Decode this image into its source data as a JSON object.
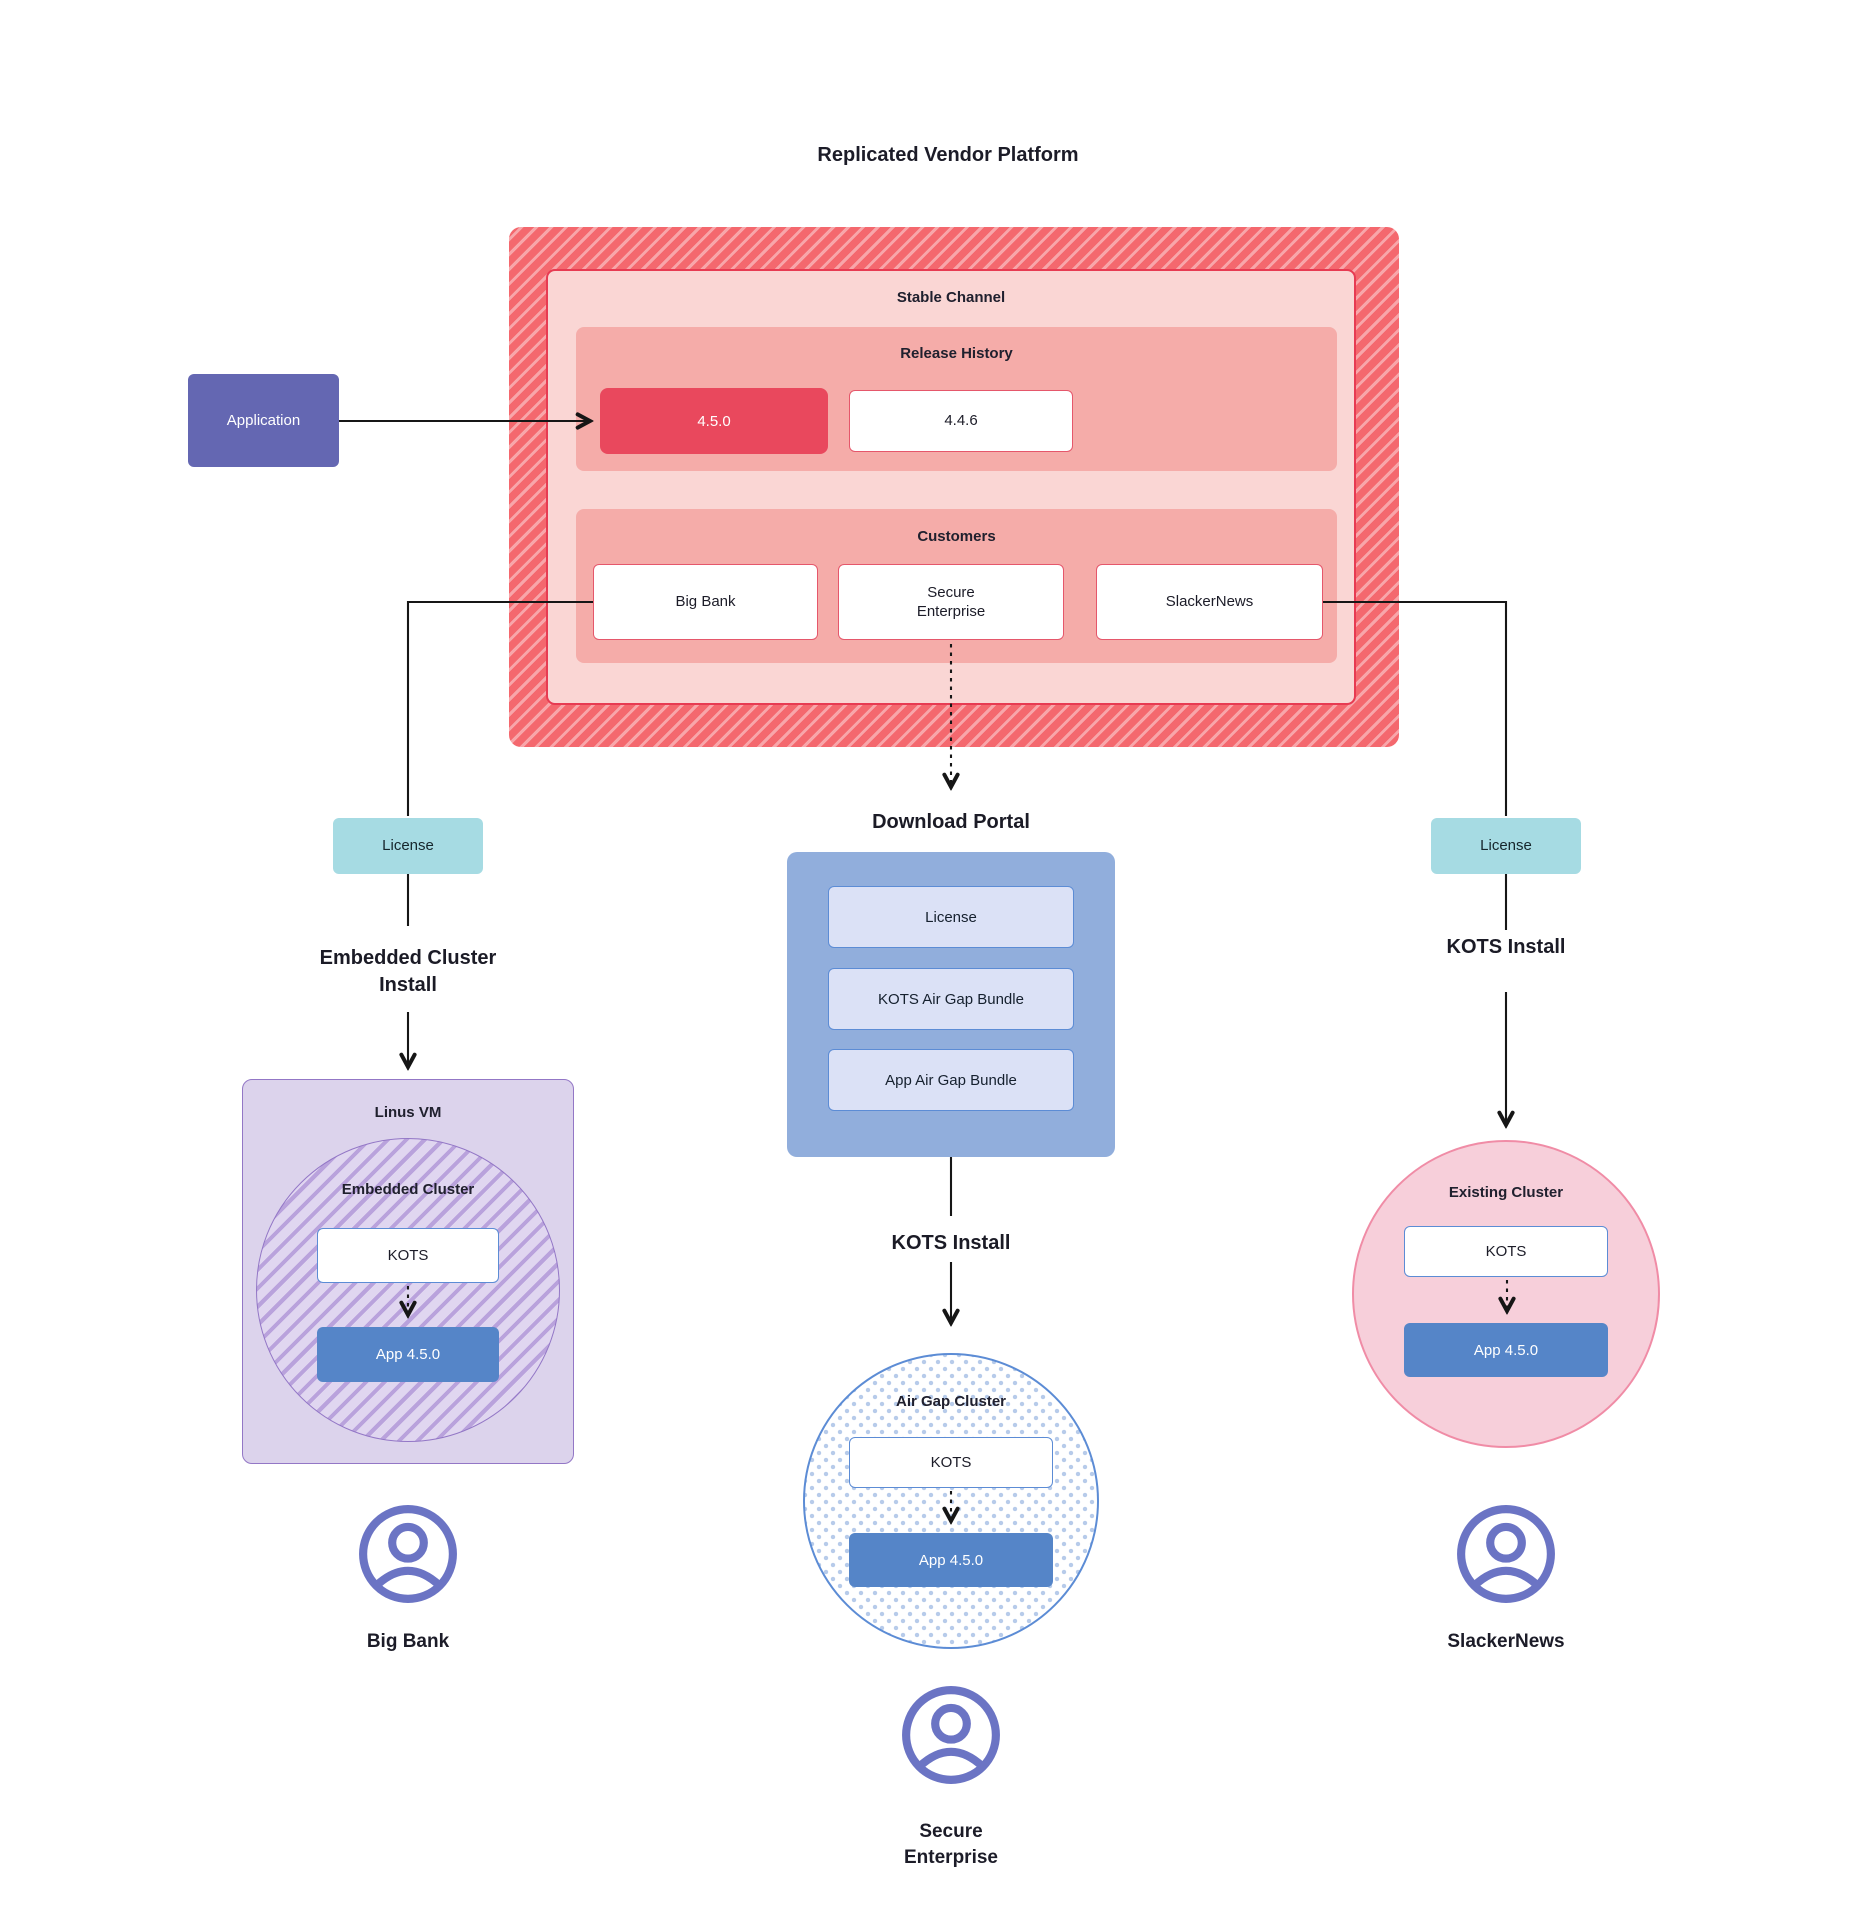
{
  "title": "Replicated Vendor Platform",
  "colors": {
    "stripe_dark": "#f4686e",
    "stripe_light": "#f8a6aa",
    "stable_bg": "#fad6d4",
    "section_bg": "#f5aca9",
    "version_hot": "#e9485d",
    "outline_red": "#e73b52",
    "outline_soft": "#e5576b",
    "application_bg": "#6467b2",
    "license_bg": "#a6dbe3",
    "portal_bg": "#91aedc",
    "portal_item_bg": "#dbe1f6",
    "blue_outline": "#5c8cd5",
    "appbox_bg": "#5585c8",
    "vm_bg": "#dcd3ec",
    "purple_outline": "#9377c6",
    "purple_stripe": "#b9a2dc",
    "pink_bg": "#f7cfda",
    "pink_outline": "#f08ca6",
    "dot_blue": "#b7cbea",
    "person": "#6b74c4",
    "line": "#161616"
  },
  "platform": {
    "stable_label": "Stable Channel",
    "release_label": "Release History",
    "versions": [
      "4.5.0",
      "4.4.6"
    ],
    "customers_label": "Customers",
    "customers": [
      "Big Bank",
      "Secure Enterprise",
      "SlackerNews"
    ]
  },
  "application_label": "Application",
  "portal": {
    "title": "Download Portal",
    "items": [
      "License",
      "KOTS Air Gap Bundle",
      "App Air Gap Bundle"
    ]
  },
  "left": {
    "license": "License",
    "install": "Embedded Cluster Install",
    "vm_label": "Linus VM",
    "cluster_label": "Embedded Cluster",
    "kots": "KOTS",
    "app": "App 4.5.0",
    "customer": "Big Bank"
  },
  "middle": {
    "install": "KOTS Install",
    "cluster_label": "Air Gap Cluster",
    "kots": "KOTS",
    "app": "App 4.5.0",
    "customer": "Secure Enterprise"
  },
  "right": {
    "license": "License",
    "install": "KOTS Install",
    "cluster_label": "Existing Cluster",
    "kots": "KOTS",
    "app": "App 4.5.0",
    "customer": "SlackerNews"
  }
}
